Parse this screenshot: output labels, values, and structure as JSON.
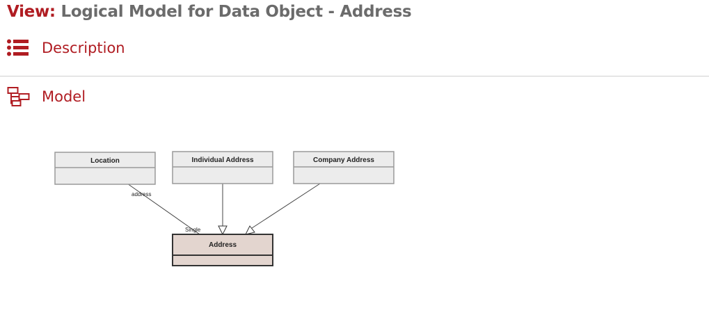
{
  "header": {
    "title_prefix": "View:",
    "title_text": "Logical Model for Data Object - Address"
  },
  "sections": {
    "description": {
      "label": "Description",
      "icon": "list-icon"
    },
    "model": {
      "label": "Model",
      "icon": "model-hierarchy-icon"
    }
  },
  "diagram": {
    "entities": {
      "location": "Location",
      "individual_address": "Individual Address",
      "company_address": "Company Address",
      "address": "Address"
    },
    "relations": {
      "association_source_label": "address",
      "association_target_label": "Single"
    },
    "colors": {
      "entity_fill": "#ececec",
      "entity_border": "#9a9a9a",
      "focus_fill": "#e3d5cf",
      "focus_border": "#333333",
      "accent": "#b01c22"
    }
  }
}
